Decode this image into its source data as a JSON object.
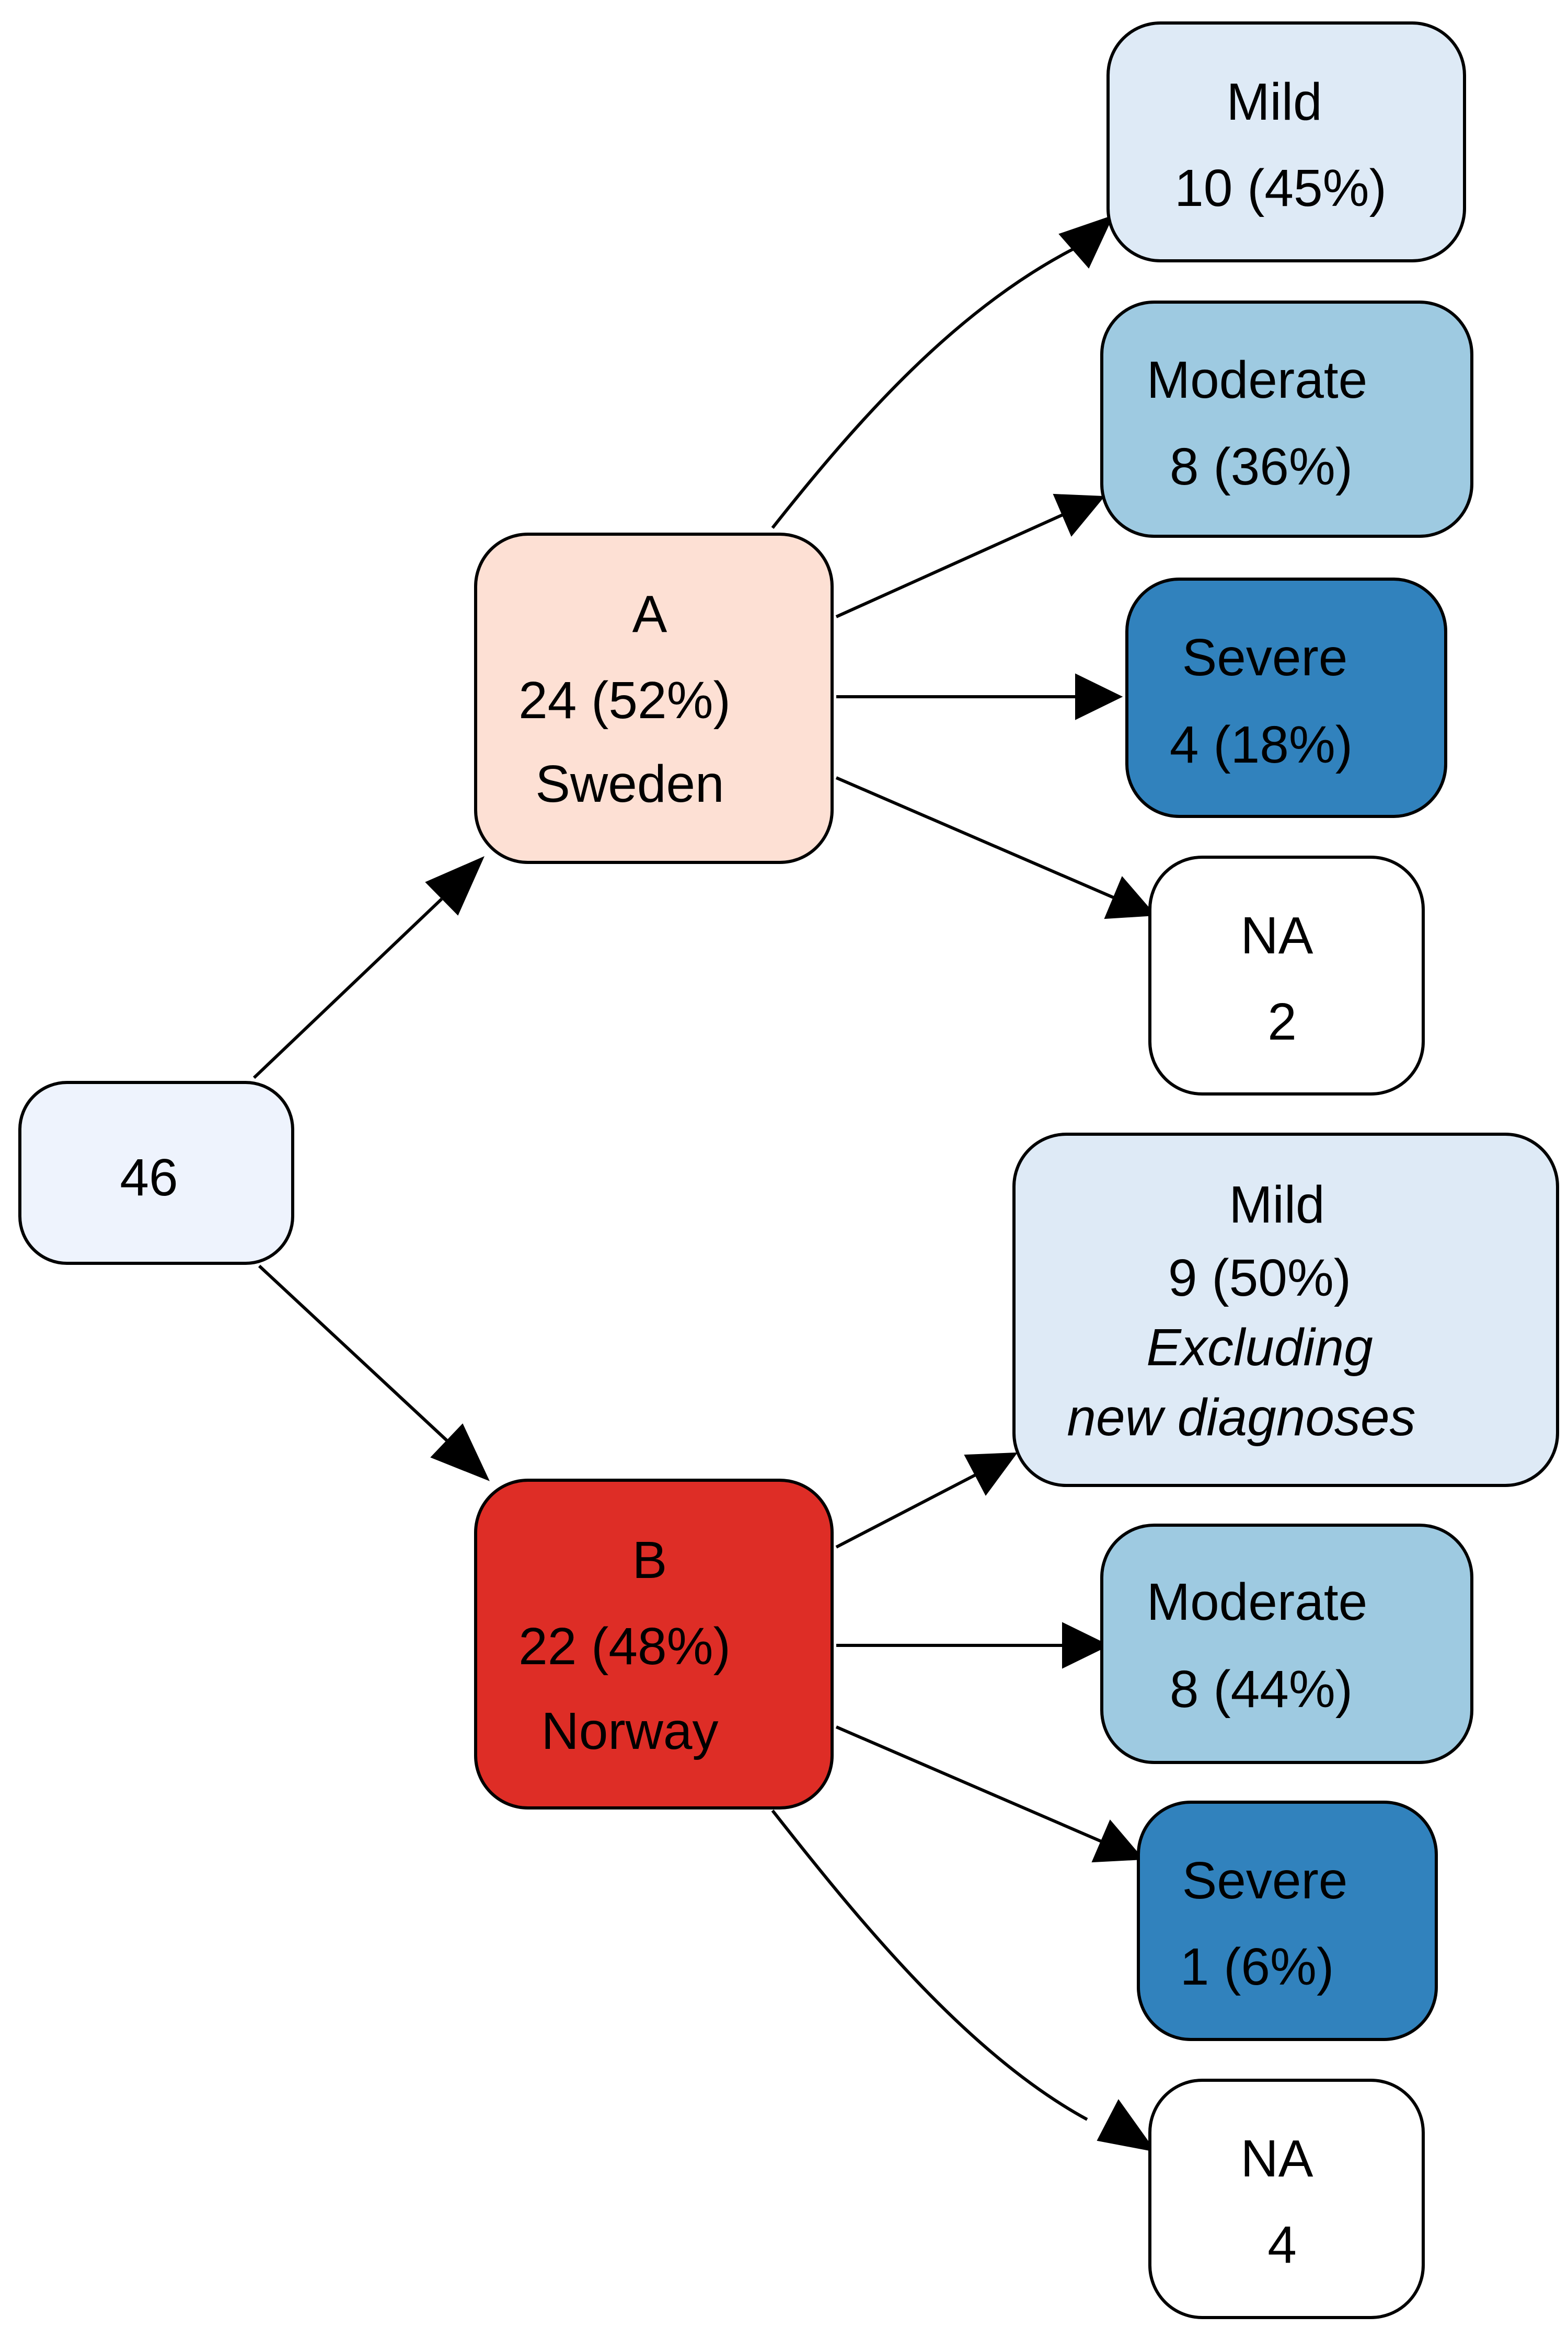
{
  "colors": {
    "root": "#eef3fd",
    "group_a": "#fde0d4",
    "group_b": "#de2d26",
    "mild": "#deeaf6",
    "moderate": "#9ecae1",
    "severe": "#3182bd",
    "na": "#ffffff"
  },
  "root": {
    "count": "46"
  },
  "groups": [
    {
      "id": "a",
      "label": "A",
      "count": "24 (52%)",
      "country": "Sweden",
      "children": [
        {
          "id": "a-mild",
          "label": "Mild",
          "count": "10 (45%)"
        },
        {
          "id": "a-moderate",
          "label": "Moderate",
          "count": "8 (36%)"
        },
        {
          "id": "a-severe",
          "label": "Severe",
          "count": "4 (18%)"
        },
        {
          "id": "a-na",
          "label": "NA",
          "count": "2"
        }
      ]
    },
    {
      "id": "b",
      "label": "B",
      "count": "22 (48%)",
      "country": "Norway",
      "children": [
        {
          "id": "b-mild",
          "label": "Mild",
          "count": "9 (50%)",
          "note": [
            "Excluding",
            "new diagnoses"
          ]
        },
        {
          "id": "b-moderate",
          "label": "Moderate",
          "count": "8 (44%)"
        },
        {
          "id": "b-severe",
          "label": "Severe",
          "count": "1 (6%)"
        },
        {
          "id": "b-na",
          "label": "NA",
          "count": "4"
        }
      ]
    }
  ]
}
